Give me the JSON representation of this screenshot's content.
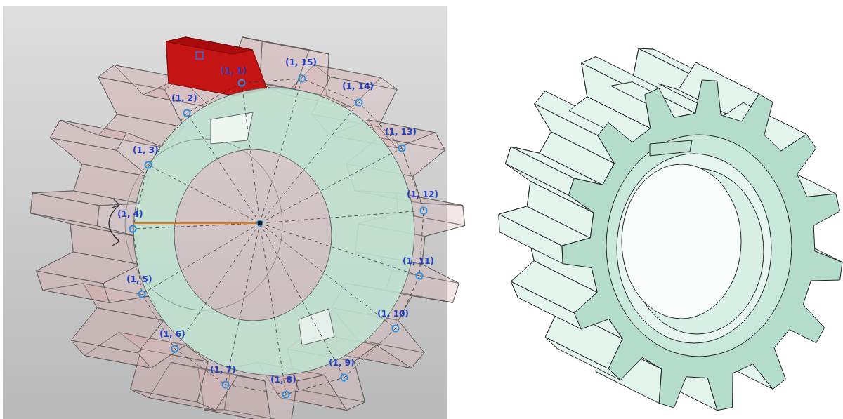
{
  "diagram": {
    "labels": [
      "(1, 1)",
      "(1, 2)",
      "(1, 3)",
      "(1, 4)",
      "(1, 5)",
      "(1, 6)",
      "(1, 7)",
      "(1, 8)",
      "(1, 9)",
      "(1, 10)",
      "(1, 11)",
      "(1, 12)",
      "(1, 13)",
      "(1, 14)",
      "(1, 15)"
    ]
  }
}
